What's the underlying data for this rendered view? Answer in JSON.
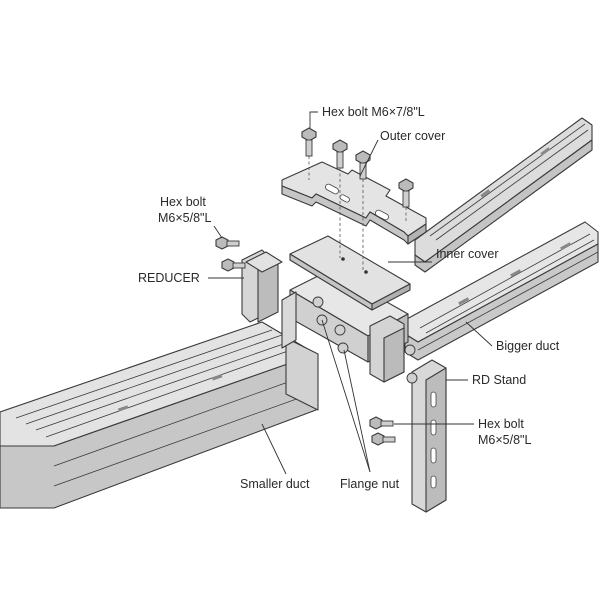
{
  "labels": {
    "hex_bolt_top": "Hex bolt M6×7/8\"L",
    "outer_cover": "Outer cover",
    "hex_bolt_left_line1": "Hex bolt",
    "hex_bolt_left_line2": "M6×5/8\"L",
    "reducer": "REDUCER",
    "inner_cover": "Inner cover",
    "bigger_duct": "Bigger duct",
    "rd_stand": "RD Stand",
    "hex_bolt_right_line1": "Hex bolt",
    "hex_bolt_right_line2": "M6×5/8\"L",
    "smaller_duct": "Smaller duct",
    "flange_nut": "Flange nut"
  },
  "colors": {
    "metal_light": "#e4e4e4",
    "metal_mid": "#cfcfcf",
    "metal_dark": "#a9a9a9",
    "line": "#3a3a3a"
  }
}
